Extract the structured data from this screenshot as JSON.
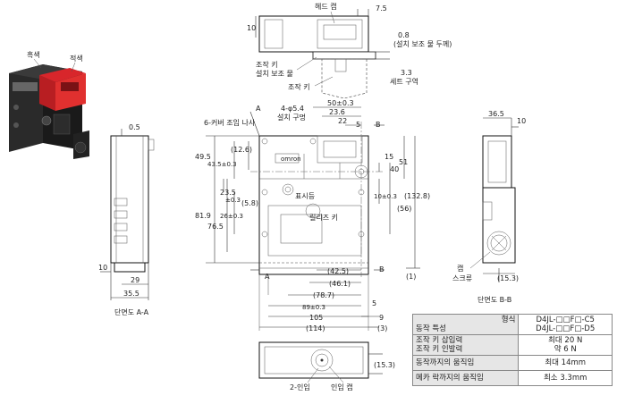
{
  "photo": {
    "label_black": "흑색",
    "label_red": "적색",
    "colors": {
      "red": "#d8262b",
      "body": "#1e1e1e"
    }
  },
  "top_view": {
    "head_cap": "헤드 캡",
    "dim_7_5": "7.5",
    "dim_10": "10",
    "dim_0_8": "0.8",
    "note_0_8": "(설치 보조 물 두께)",
    "key_aid_1": "조작 키",
    "key_aid_2": "설치 보조 물",
    "op_key": "조작 키",
    "dim_3_3": "3.3",
    "set_zone": "세트 구역"
  },
  "section_aa": {
    "dim_0_5": "0.5",
    "dim_10": "10",
    "dim_29": "29",
    "dim_35_5": "35.5",
    "caption": "단면도 A-A"
  },
  "front": {
    "cover_screw": "6-커버 조임 나사",
    "mount_holes_1": "4-φ5.4",
    "mount_holes_2": "설치 구멍",
    "dim_50": "50±0.3",
    "dim_23_6": "23.6",
    "dim_22": "22",
    "dim_5_a": "5",
    "dim_49_5": "49.5",
    "dim_43_5": "43.5±0.3",
    "dim_12_6": "(12.6)",
    "dim_23_5": "23.5",
    "dim_0_3a": "±0.3",
    "dim_5_8": "(5.8)",
    "dim_81_9": "81.9",
    "dim_26": "26±0.3",
    "dim_76_5": "76.5",
    "indicator": "표시등",
    "release_key": "릴리즈 키",
    "brand": "omron",
    "dim_15": "15",
    "dim_40": "40",
    "dim_51": "51",
    "dim_10_03": "10±0.3",
    "dim_56": "(56)",
    "dim_132_8": "(132.8)",
    "dim_1": "(1)",
    "dim_42_5": "(42.5)",
    "dim_46_1": "(46.1)",
    "dim_78_7": "(78.7)",
    "dim_5_b": "5",
    "dim_89": "89±0.3",
    "dim_105": "105",
    "dim_9": "9",
    "dim_114": "(114)",
    "dim_3": "(3)",
    "sec_a": "A",
    "sec_b": "B"
  },
  "section_bb": {
    "dim_36_5": "36.5",
    "dim_10": "10",
    "dim_15_3": "(15.3)",
    "cap_screw_1": "캡",
    "cap_screw_2": "스크류",
    "caption": "단면도 B-B"
  },
  "bottom": {
    "dim_15_3": "(15.3)",
    "conduit": "2-인입",
    "inlet_cap": "인입 캡"
  },
  "spec": {
    "col_model": "형식",
    "row_header": "동작 특성",
    "model1": "D4JL-□□F□-C5",
    "model2": "D4JL-□□F□-D5",
    "r1a": "조작 키 삽입력",
    "r1b": "조작 키 인발력",
    "v1a": "최대 20 N",
    "v1b": "약 6 N",
    "r2": "동작까지의 움직임",
    "v2": "최대 14mm",
    "r3": "메카 락까지의 움직임",
    "v3": "최소 3.3mm"
  }
}
